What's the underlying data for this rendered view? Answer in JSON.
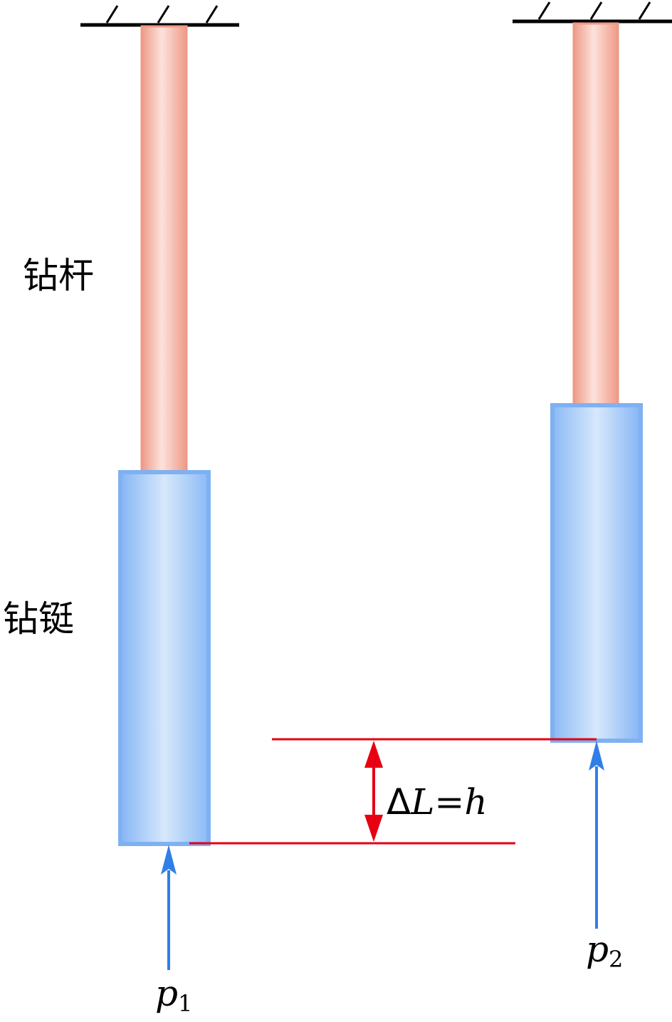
{
  "labels": {
    "drill_pipe": "钻杆",
    "drill_collar": "钻铤",
    "delta_symbol": "Δ",
    "delta_expr": "L=h",
    "p1_base": "p",
    "p1_sub": "1",
    "p2_base": "p",
    "p2_sub": "2"
  },
  "colors": {
    "pipe_edge": "#ee9a87",
    "pipe_center": "#fde2dc",
    "collar_border": "#7fb1f2",
    "collar_dark": "#86b6f5",
    "collar_light": "#d6e8fb",
    "arrow_blue": "#2f7fe6",
    "dim_red": "#e60012",
    "support": "#000000"
  }
}
